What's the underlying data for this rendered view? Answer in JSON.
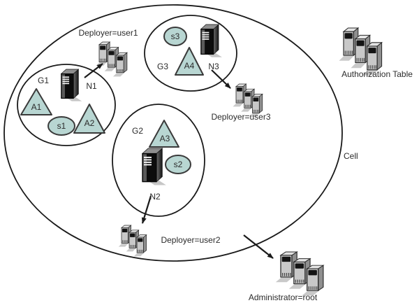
{
  "cell": {
    "label": "Cell"
  },
  "groups": {
    "g1": {
      "label": "G1",
      "node_label": "N1",
      "apps": [
        "A1",
        "A2"
      ],
      "server": "s1"
    },
    "g2": {
      "label": "G2",
      "node_label": "N2",
      "apps": [
        "A3"
      ],
      "server": "s2"
    },
    "g3": {
      "label": "G3",
      "node_label": "N3",
      "apps": [
        "A4"
      ],
      "server": "s3"
    }
  },
  "external": {
    "deployer1": "Deployer=user1",
    "deployer2": "Deployer=user2",
    "deployer3": "Deployer=user3",
    "administrator": "Administrator=root",
    "authorization_table": "Authorization Table"
  },
  "icons": {
    "node": "server-tower-icon",
    "user_servers": "server-stack-icon",
    "application": "triangle-icon",
    "server": "oval-icon"
  },
  "colors": {
    "shape_fill": "#b8d6d2",
    "shape_stroke": "#3a3a3a",
    "line": "#1a1a1a",
    "background": "#ffffff"
  }
}
